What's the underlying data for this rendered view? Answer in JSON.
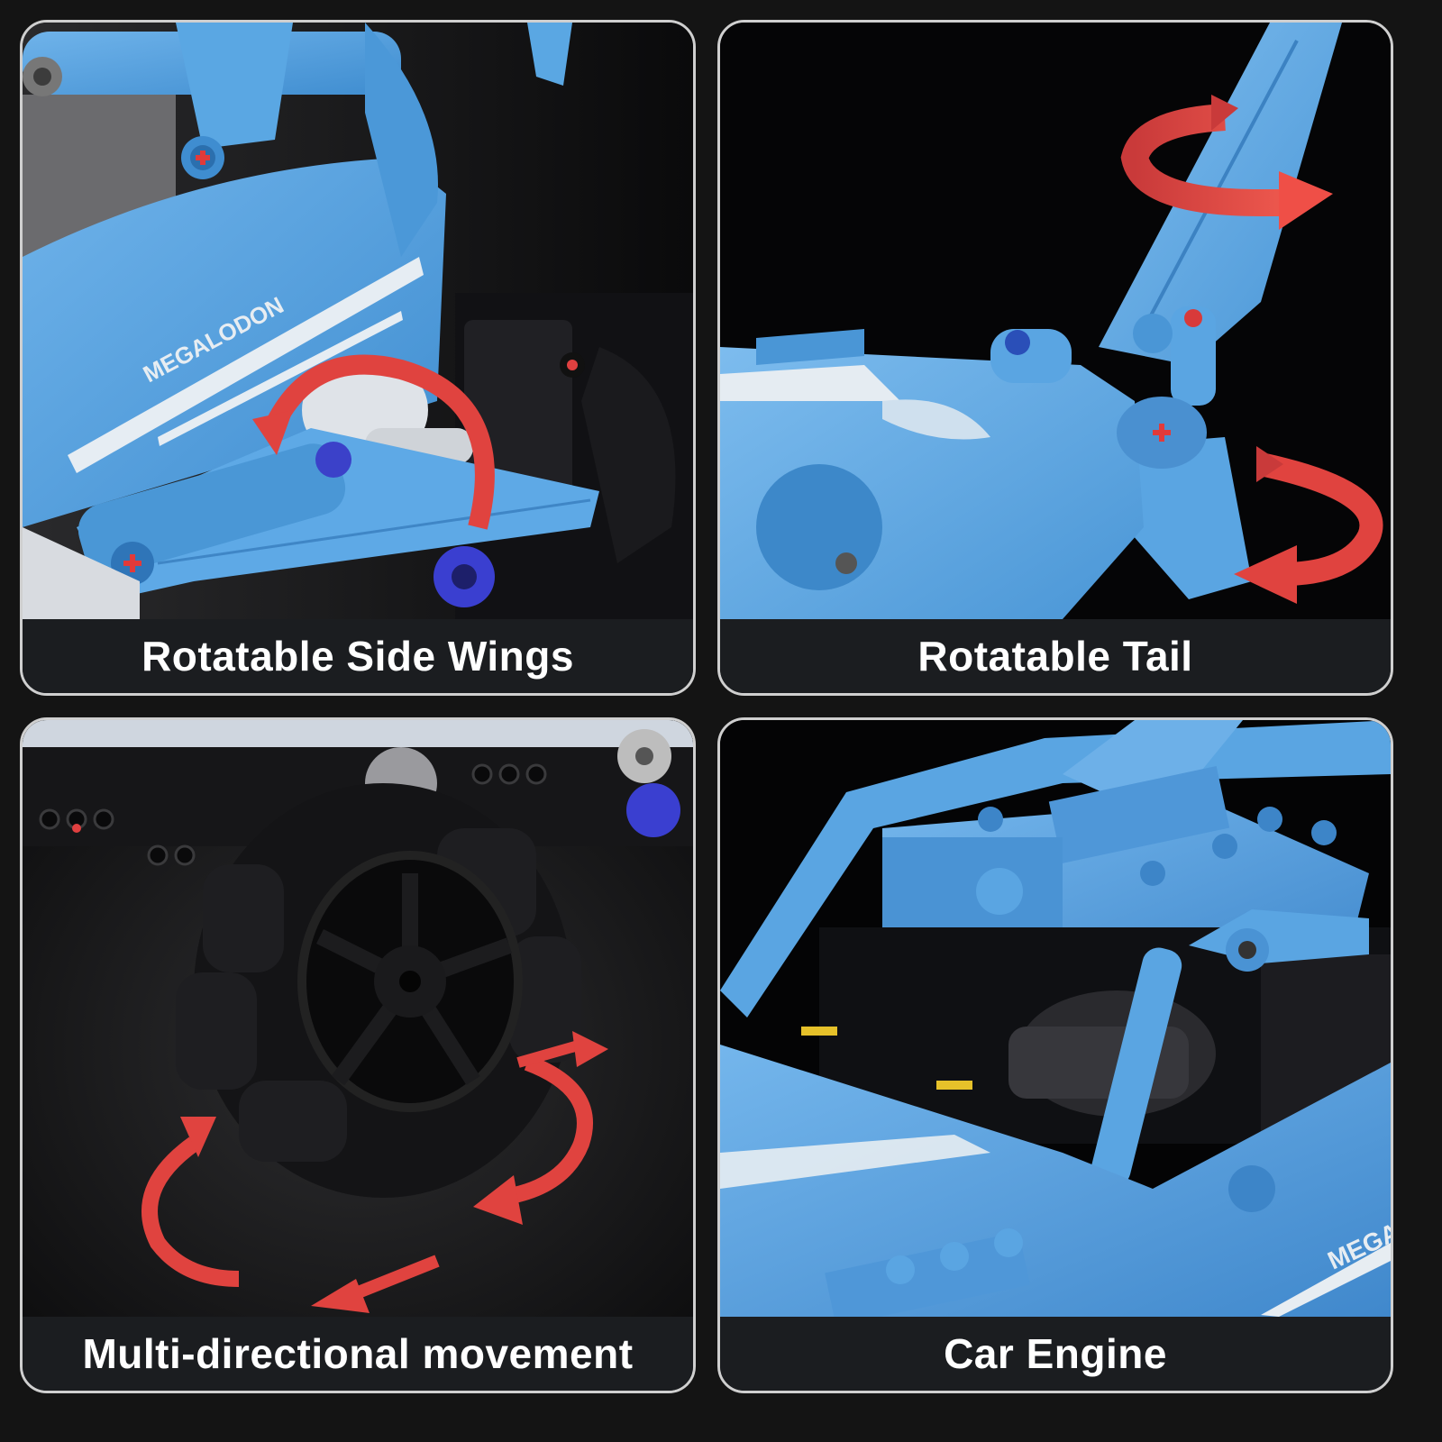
{
  "page": {
    "background": "#141414",
    "panel_border_color": "#cfcfcf",
    "caption_bar_color": "#1b1d20",
    "caption_text_color": "#ffffff",
    "accent_blue": "#4a97d6",
    "arrow_red": "#e0433f"
  },
  "panels": [
    {
      "caption": "Rotatable Side Wings",
      "decal_text": "MEGALODON",
      "arrow_icon": "rotate-arrow-icon"
    },
    {
      "caption": "Rotatable Tail",
      "arrow_icons": [
        "rotate-arrow-icon",
        "rotate-arrow-icon"
      ]
    },
    {
      "caption": "Multi-directional movement",
      "arrow_icons": [
        "rotate-arrow-icon",
        "move-arrow-icon"
      ]
    },
    {
      "caption": "Car Engine",
      "decal_text": "MEGA"
    }
  ]
}
